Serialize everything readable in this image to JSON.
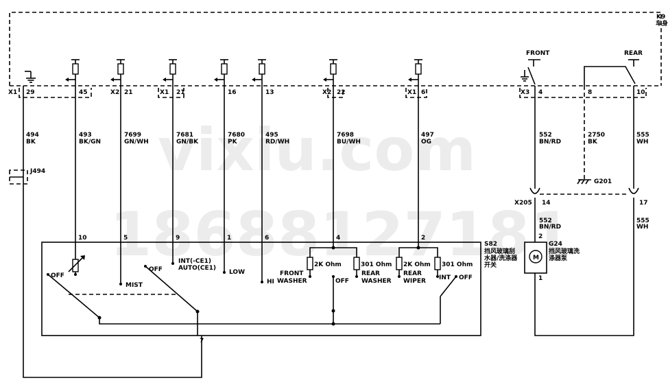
{
  "module": {
    "ref": "K9",
    "name": "车身"
  },
  "watermark": {
    "line1": "vixiu.com",
    "line2": "18688127181"
  },
  "switches": {
    "front": "FRONT",
    "rear": "REAR"
  },
  "ground": {
    "ref": "G201"
  },
  "splice": {
    "ref": "J494"
  },
  "connectors": {
    "x1": "X1",
    "x2": "X2",
    "x3": "X3",
    "x205": "X205",
    "pins": {
      "p29": "29",
      "p45": "45",
      "p21a": "21",
      "p21b": "21",
      "p16": "16",
      "p13": "13",
      "p22": "22",
      "p6": "6",
      "p4": "4",
      "p8": "8",
      "p10": "10",
      "p14": "14",
      "p17": "17"
    }
  },
  "wires": [
    {
      "circuit": "494",
      "color": "BK"
    },
    {
      "circuit": "493",
      "color": "BK/GN"
    },
    {
      "circuit": "7699",
      "color": "GN/WH"
    },
    {
      "circuit": "7681",
      "color": "GN/BK"
    },
    {
      "circuit": "7680",
      "color": "PK"
    },
    {
      "circuit": "495",
      "color": "RD/WH"
    },
    {
      "circuit": "7698",
      "color": "BU/WH"
    },
    {
      "circuit": "497",
      "color": "OG"
    },
    {
      "circuit": "552",
      "color": "BN/RD"
    },
    {
      "circuit": "2750",
      "color": "BK"
    },
    {
      "circuit": "555",
      "color": "WH"
    },
    {
      "circuit": "552",
      "color": "BN/RD"
    },
    {
      "circuit": "555",
      "color": "WH"
    }
  ],
  "switch_s82": {
    "ref": "S82",
    "name1": "挡风玻璃刮",
    "name2": "水器/洗涤器",
    "name3": "开关",
    "pins": {
      "p10": "10",
      "p5": "5",
      "p9": "9",
      "p1": "1",
      "p6": "6",
      "p4": "4",
      "p2": "2",
      "p7": "7"
    },
    "labels": {
      "off1": "OFF",
      "mist": "MIST",
      "off2": "OFF",
      "int": "INT(-CE1)",
      "auto": "AUTO(CE1)",
      "low": "LOW",
      "hi": "HI",
      "front_washer1": "FRONT",
      "front_washer2": "WASHER",
      "off3": "OFF",
      "rear_washer1": "REAR",
      "rear_washer2": "WASHER",
      "rear_wiper1": "REAR",
      "rear_wiper2": "WIPER",
      "int2": "INT",
      "off4": "OFF",
      "r1": "2K Ohm",
      "r2": "301 Ohm",
      "r3": "2K Ohm",
      "r4": "301 Ohm"
    }
  },
  "pump_g24": {
    "ref": "G24",
    "name1": "挡风玻璃洗",
    "name2": "涤器泵",
    "motor": "M",
    "pin_top": "2",
    "pin_bottom": "1"
  }
}
